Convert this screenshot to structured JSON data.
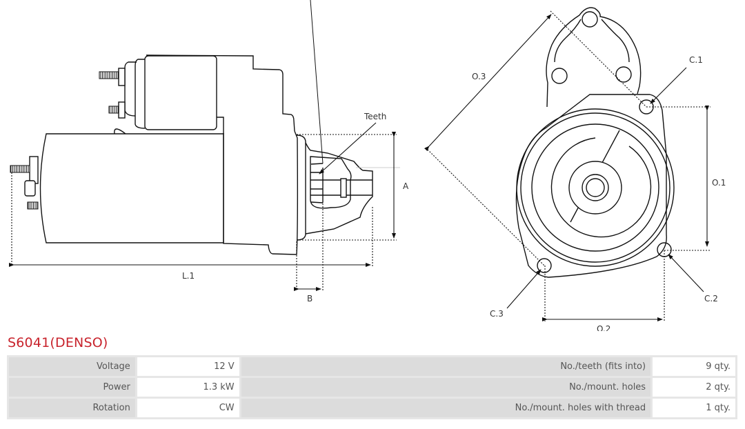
{
  "diagram": {
    "side_view": {
      "teeth_label": "Teeth",
      "dim_a": "A",
      "dim_b": "B",
      "dim_l1": "L.1"
    },
    "front_view": {
      "dim_o1": "O.1",
      "dim_o2": "O.2",
      "dim_o3": "O.3",
      "hole_c1": "C.1",
      "hole_c2": "C.2",
      "hole_c3": "C.3"
    }
  },
  "product": {
    "title": "S6041(DENSO)",
    "title_color": "#c8232c"
  },
  "specs": [
    {
      "label": "Voltage",
      "value": "12 V",
      "label2": "No./teeth (fits into)",
      "value2": "9 qty."
    },
    {
      "label": "Power",
      "value": "1.3 kW",
      "label2": "No./mount. holes",
      "value2": "2 qty."
    },
    {
      "label": "Rotation",
      "value": "CW",
      "label2": "No./mount. holes with thread",
      "value2": "1 qty."
    }
  ]
}
